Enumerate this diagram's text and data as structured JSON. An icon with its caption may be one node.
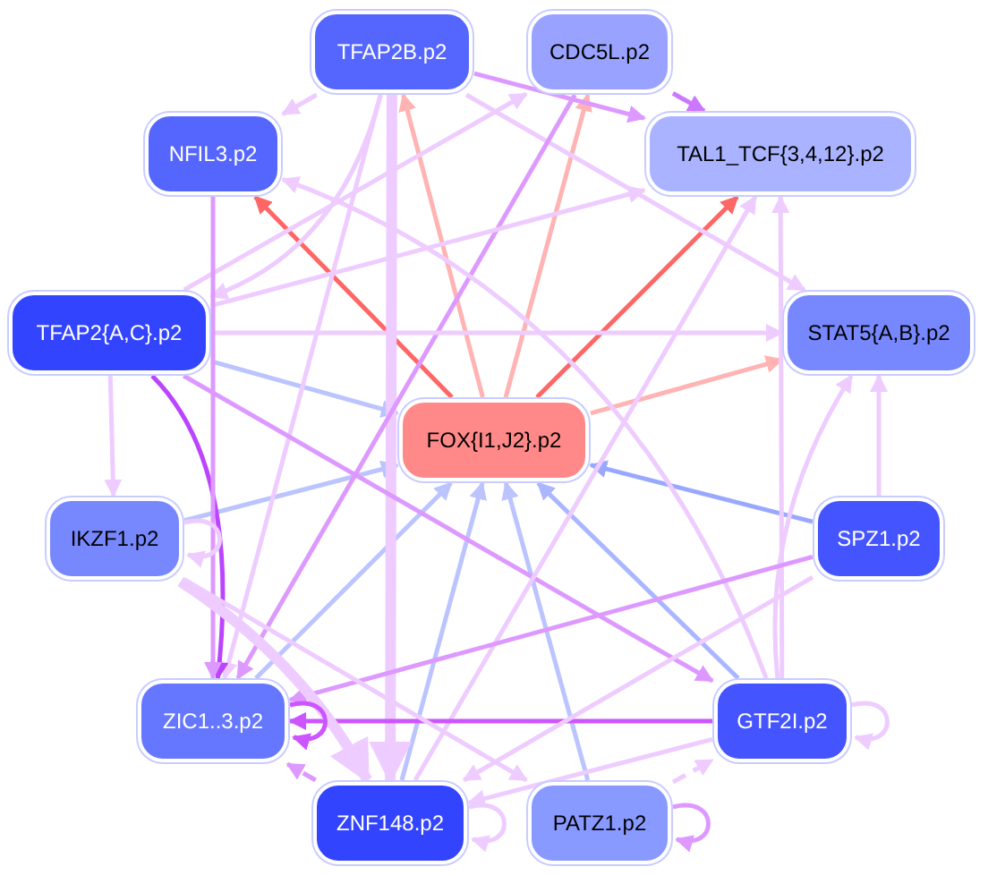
{
  "diagram": {
    "nodes": [
      {
        "text": [
          "TFAP2B.p2"
        ]
      },
      {
        "text": [
          "CDC5L.p2"
        ]
      },
      {
        "text": [
          "NFIL3.p2"
        ]
      },
      {
        "text": [
          "TAL1_TCF{3,4,12}.p2"
        ]
      },
      {
        "text": [
          "TFAP2{A,C}.p2"
        ]
      },
      {
        "text": [
          "STAT5{A,B}.p2"
        ]
      },
      {
        "text": [
          "FOX{I1,J2}.p2"
        ]
      },
      {
        "text": [
          "IKZF1.p2"
        ]
      },
      {
        "text": [
          "SPZ1.p2"
        ]
      },
      {
        "text": [
          "ZIC1..3.p2"
        ]
      },
      {
        "text": [
          "GTF2I.p2"
        ]
      },
      {
        "text": [
          "ZNF148.p2"
        ]
      },
      {
        "text": [
          "PATZ1.p2"
        ]
      }
    ],
    "edges": [
      {
        "from": 6,
        "to": 2,
        "arrow": "to",
        "color": "#ff6666"
      },
      {
        "from": 6,
        "to": 3,
        "arrow": "to",
        "color": "#ff6666"
      },
      {
        "from": 6,
        "to": 0,
        "arrow": "to",
        "color": "#ffb3b3"
      },
      {
        "from": 6,
        "to": 1,
        "arrow": "to",
        "color": "#ffb3b3"
      },
      {
        "from": 6,
        "to": 5,
        "arrow": "to",
        "color": "#ffb3b3"
      },
      {
        "from": 4,
        "to": 6,
        "arrow": "to",
        "color": "#bbc4ff"
      },
      {
        "from": 7,
        "to": 6,
        "arrow": "to",
        "color": "#bbc4ff"
      },
      {
        "from": 9,
        "to": 6,
        "arrow": "to",
        "color": "#bbc4ff"
      },
      {
        "from": 11,
        "to": 6,
        "arrow": "to",
        "color": "#bbc4ff"
      },
      {
        "from": 12,
        "to": 6,
        "arrow": "to",
        "color": "#bbc4ff"
      },
      {
        "from": 10,
        "to": 6,
        "arrow": "to",
        "color": "#aab6ff"
      },
      {
        "from": 8,
        "to": 6,
        "arrow": "to",
        "color": "#99a8ff"
      },
      {
        "from": 0,
        "to": 2,
        "arrow": "to"
      },
      {
        "from": 0,
        "to": 3,
        "arrow": "to",
        "color": "#dd99ff"
      },
      {
        "from": 1,
        "to": 3,
        "arrow": "to",
        "color": "#cc77ff"
      },
      {
        "from": 0,
        "to": 4,
        "arrow": "to"
      },
      {
        "from": 0,
        "to": 5,
        "arrow": "to"
      },
      {
        "from": 0,
        "to": 11,
        "arrow": "to",
        "style": "thick"
      },
      {
        "from": 0,
        "to": 9,
        "arrow": "to"
      },
      {
        "from": 1,
        "to": 9,
        "arrow": "to",
        "color": "#dd99ff"
      },
      {
        "from": 4,
        "to": 1,
        "arrow": "to"
      },
      {
        "from": 4,
        "to": 3,
        "arrow": "to"
      },
      {
        "from": 4,
        "to": 5,
        "arrow": "to"
      },
      {
        "from": 4,
        "to": 7,
        "arrow": "to"
      },
      {
        "from": 4,
        "to": 9,
        "arrow": "to",
        "color": "#bb44ff"
      },
      {
        "from": 4,
        "to": 10,
        "arrow": "to",
        "color": "#dd99ff"
      },
      {
        "from": 2,
        "to": 9,
        "arrow": "to",
        "color": "#dd99ff"
      },
      {
        "from": 10,
        "to": 2,
        "arrow": "to"
      },
      {
        "from": 11,
        "to": 3,
        "arrow": "to"
      },
      {
        "from": 10,
        "to": 3,
        "arrow": "to"
      },
      {
        "from": 8,
        "to": 5,
        "arrow": "to"
      },
      {
        "from": 10,
        "to": 5,
        "arrow": "to"
      },
      {
        "from": 8,
        "to": 9,
        "arrow": "to",
        "color": "#dd99ff"
      },
      {
        "from": 10,
        "to": 9,
        "arrow": "to",
        "color": "#cc55ff"
      },
      {
        "from": 8,
        "to": 11,
        "arrow": "to"
      },
      {
        "from": 10,
        "to": 11,
        "arrow": "to"
      },
      {
        "from": 12,
        "to": 10,
        "arrow": "to",
        "style": "dashed"
      },
      {
        "from": 11,
        "to": 9,
        "arrow": "to",
        "color": "#dd99ff",
        "style": "dashed"
      },
      {
        "from": 7,
        "to": 11,
        "arrow": "to",
        "style": "thick"
      },
      {
        "from": 7,
        "to": 12,
        "arrow": "to"
      },
      {
        "from": 7,
        "to": 7,
        "arrow": "to"
      },
      {
        "from": 9,
        "to": 9,
        "arrow": "to",
        "color": "#cc55ff"
      },
      {
        "from": 10,
        "to": 10,
        "arrow": "to"
      },
      {
        "from": 11,
        "to": 11,
        "arrow": "to"
      },
      {
        "from": 12,
        "to": 12,
        "arrow": "to",
        "color": "#dd99ff"
      }
    ]
  }
}
